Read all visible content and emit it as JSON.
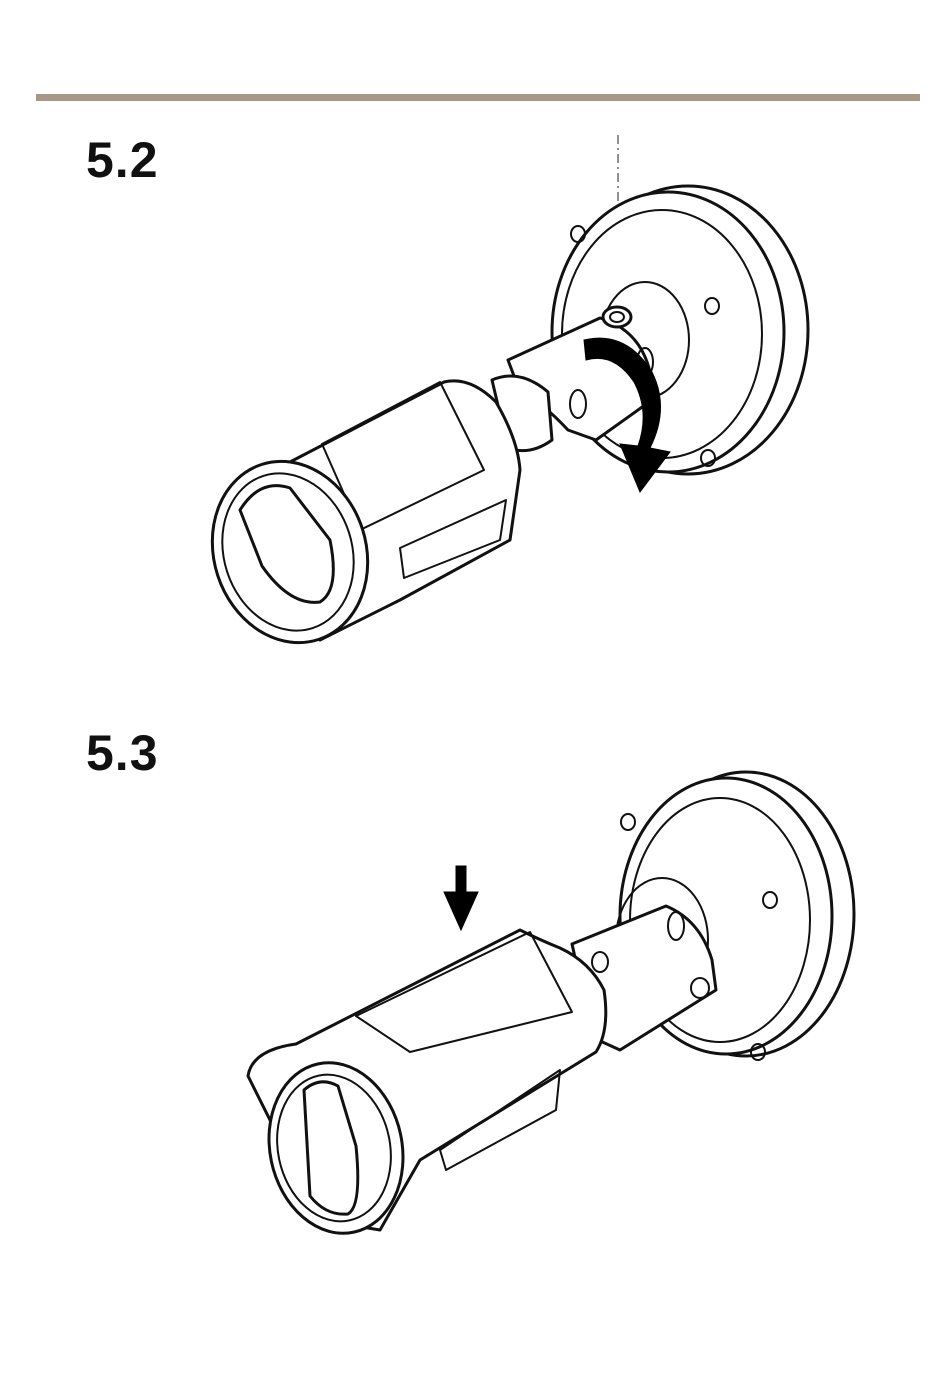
{
  "page": {
    "rule_color": "#a89888"
  },
  "steps": [
    {
      "label": "5.2",
      "figure": "camera-rotate-on-mount",
      "arrow": "rotate-clockwise"
    },
    {
      "label": "5.3",
      "figure": "camera-with-sunshield-lowered",
      "arrow": "down"
    }
  ]
}
